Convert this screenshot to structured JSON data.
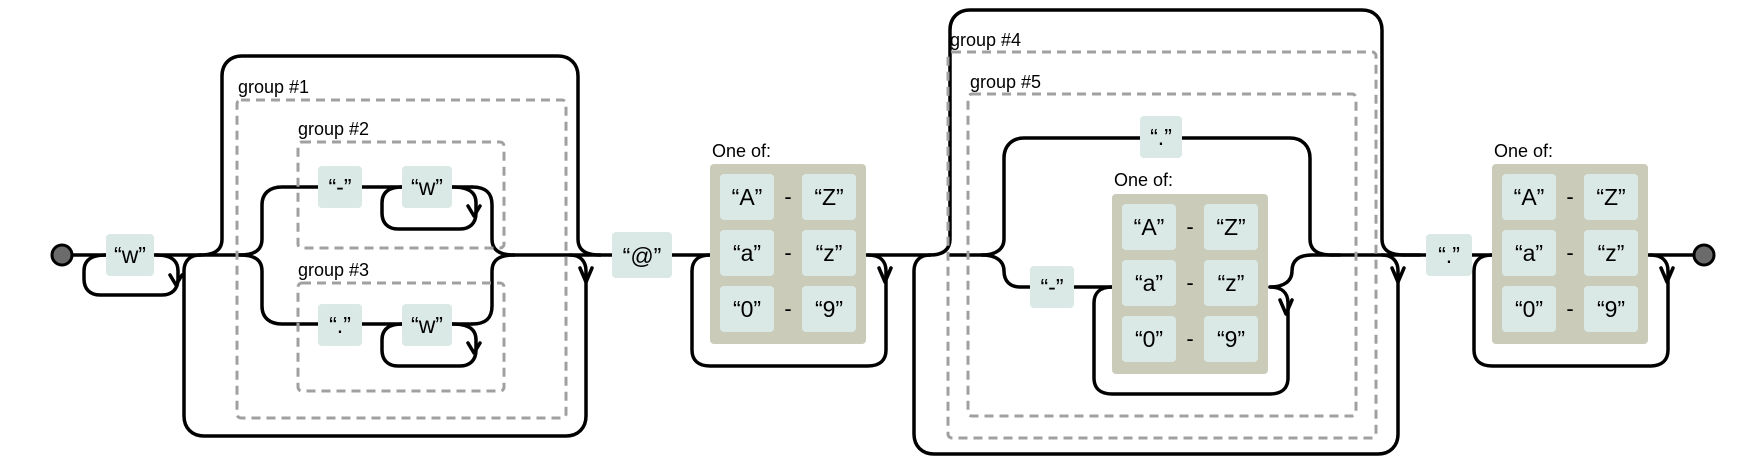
{
  "diagram": {
    "literals": {
      "w1": "“w”",
      "dash1": "“-”",
      "w2": "“w”",
      "dot1": "“.”",
      "w3": "“w”",
      "at": "“@”",
      "dot2": "“.”",
      "dash2": "“-”",
      "dot3": "“.”"
    },
    "groups": {
      "g1": "group #1",
      "g2": "group #2",
      "g3": "group #3",
      "g4": "group #4",
      "g5": "group #5"
    },
    "one_of_label": "One of:",
    "range_separator": "-",
    "range_rows": [
      {
        "from": "“A”",
        "to": "“Z”"
      },
      {
        "from": "“a”",
        "to": "“z”"
      },
      {
        "from": "“0”",
        "to": "“9”"
      }
    ]
  }
}
